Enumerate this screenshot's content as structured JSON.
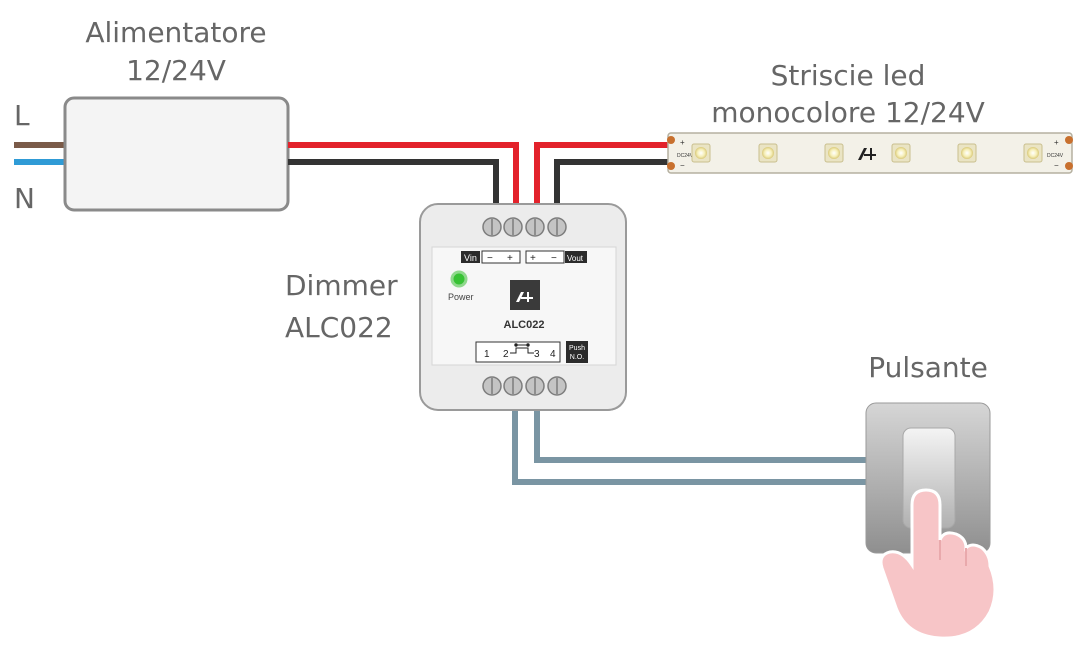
{
  "labels": {
    "power_supply_line1": "Alimentatore",
    "power_supply_line2": "12/24V",
    "phase": "L",
    "neutral": "N",
    "led_strip_line1": "Striscie led",
    "led_strip_line2": "monocolore 12/24V",
    "dimmer_line1": "Dimmer",
    "dimmer_line2": "ALC022",
    "push_button": "Pulsante"
  },
  "dimmer_module": {
    "model": "ALC022",
    "power_label": "Power",
    "vin_label": "Vin",
    "vout_label": "Vout",
    "minus": "−",
    "plus": "+",
    "push_label_line1": "Push",
    "push_label_line2": "N.O.",
    "terminals": [
      "1",
      "2",
      "3",
      "4"
    ]
  },
  "led_strip": {
    "voltage_label": "DC24V",
    "plus": "+",
    "minus": "−"
  },
  "colors": {
    "wire_red": "#e3222b",
    "wire_black": "#333333",
    "wire_brown": "#7a5a48",
    "wire_blue": "#2f9bd6",
    "wire_blue_grey": "#7a95a3",
    "label_grey": "#666666",
    "power_led": "#37c234"
  }
}
